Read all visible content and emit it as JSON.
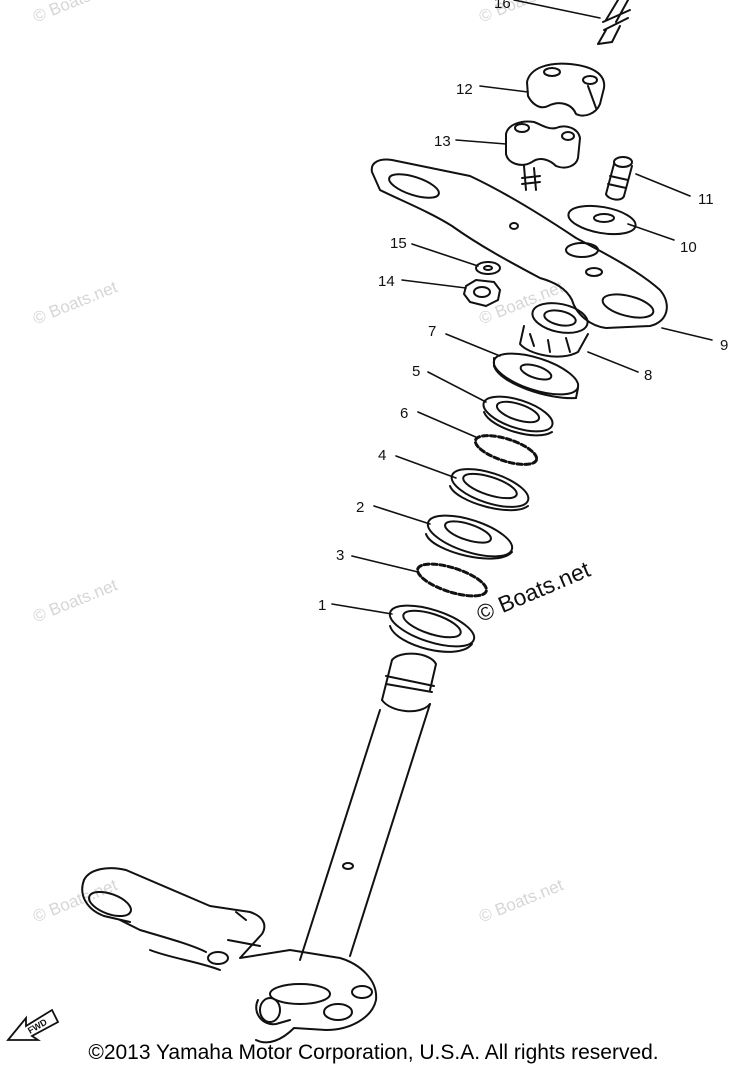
{
  "watermark": "© Boats.net",
  "main_watermark": "© Boats.net",
  "copyright": "©2013 Yamaha Motor Corporation, U.S.A. All rights reserved.",
  "fwd_label": "FWD",
  "callouts": [
    "1",
    "2",
    "3",
    "4",
    "5",
    "6",
    "7",
    "8",
    "9",
    "10",
    "11",
    "12",
    "13",
    "14",
    "15",
    "16"
  ]
}
